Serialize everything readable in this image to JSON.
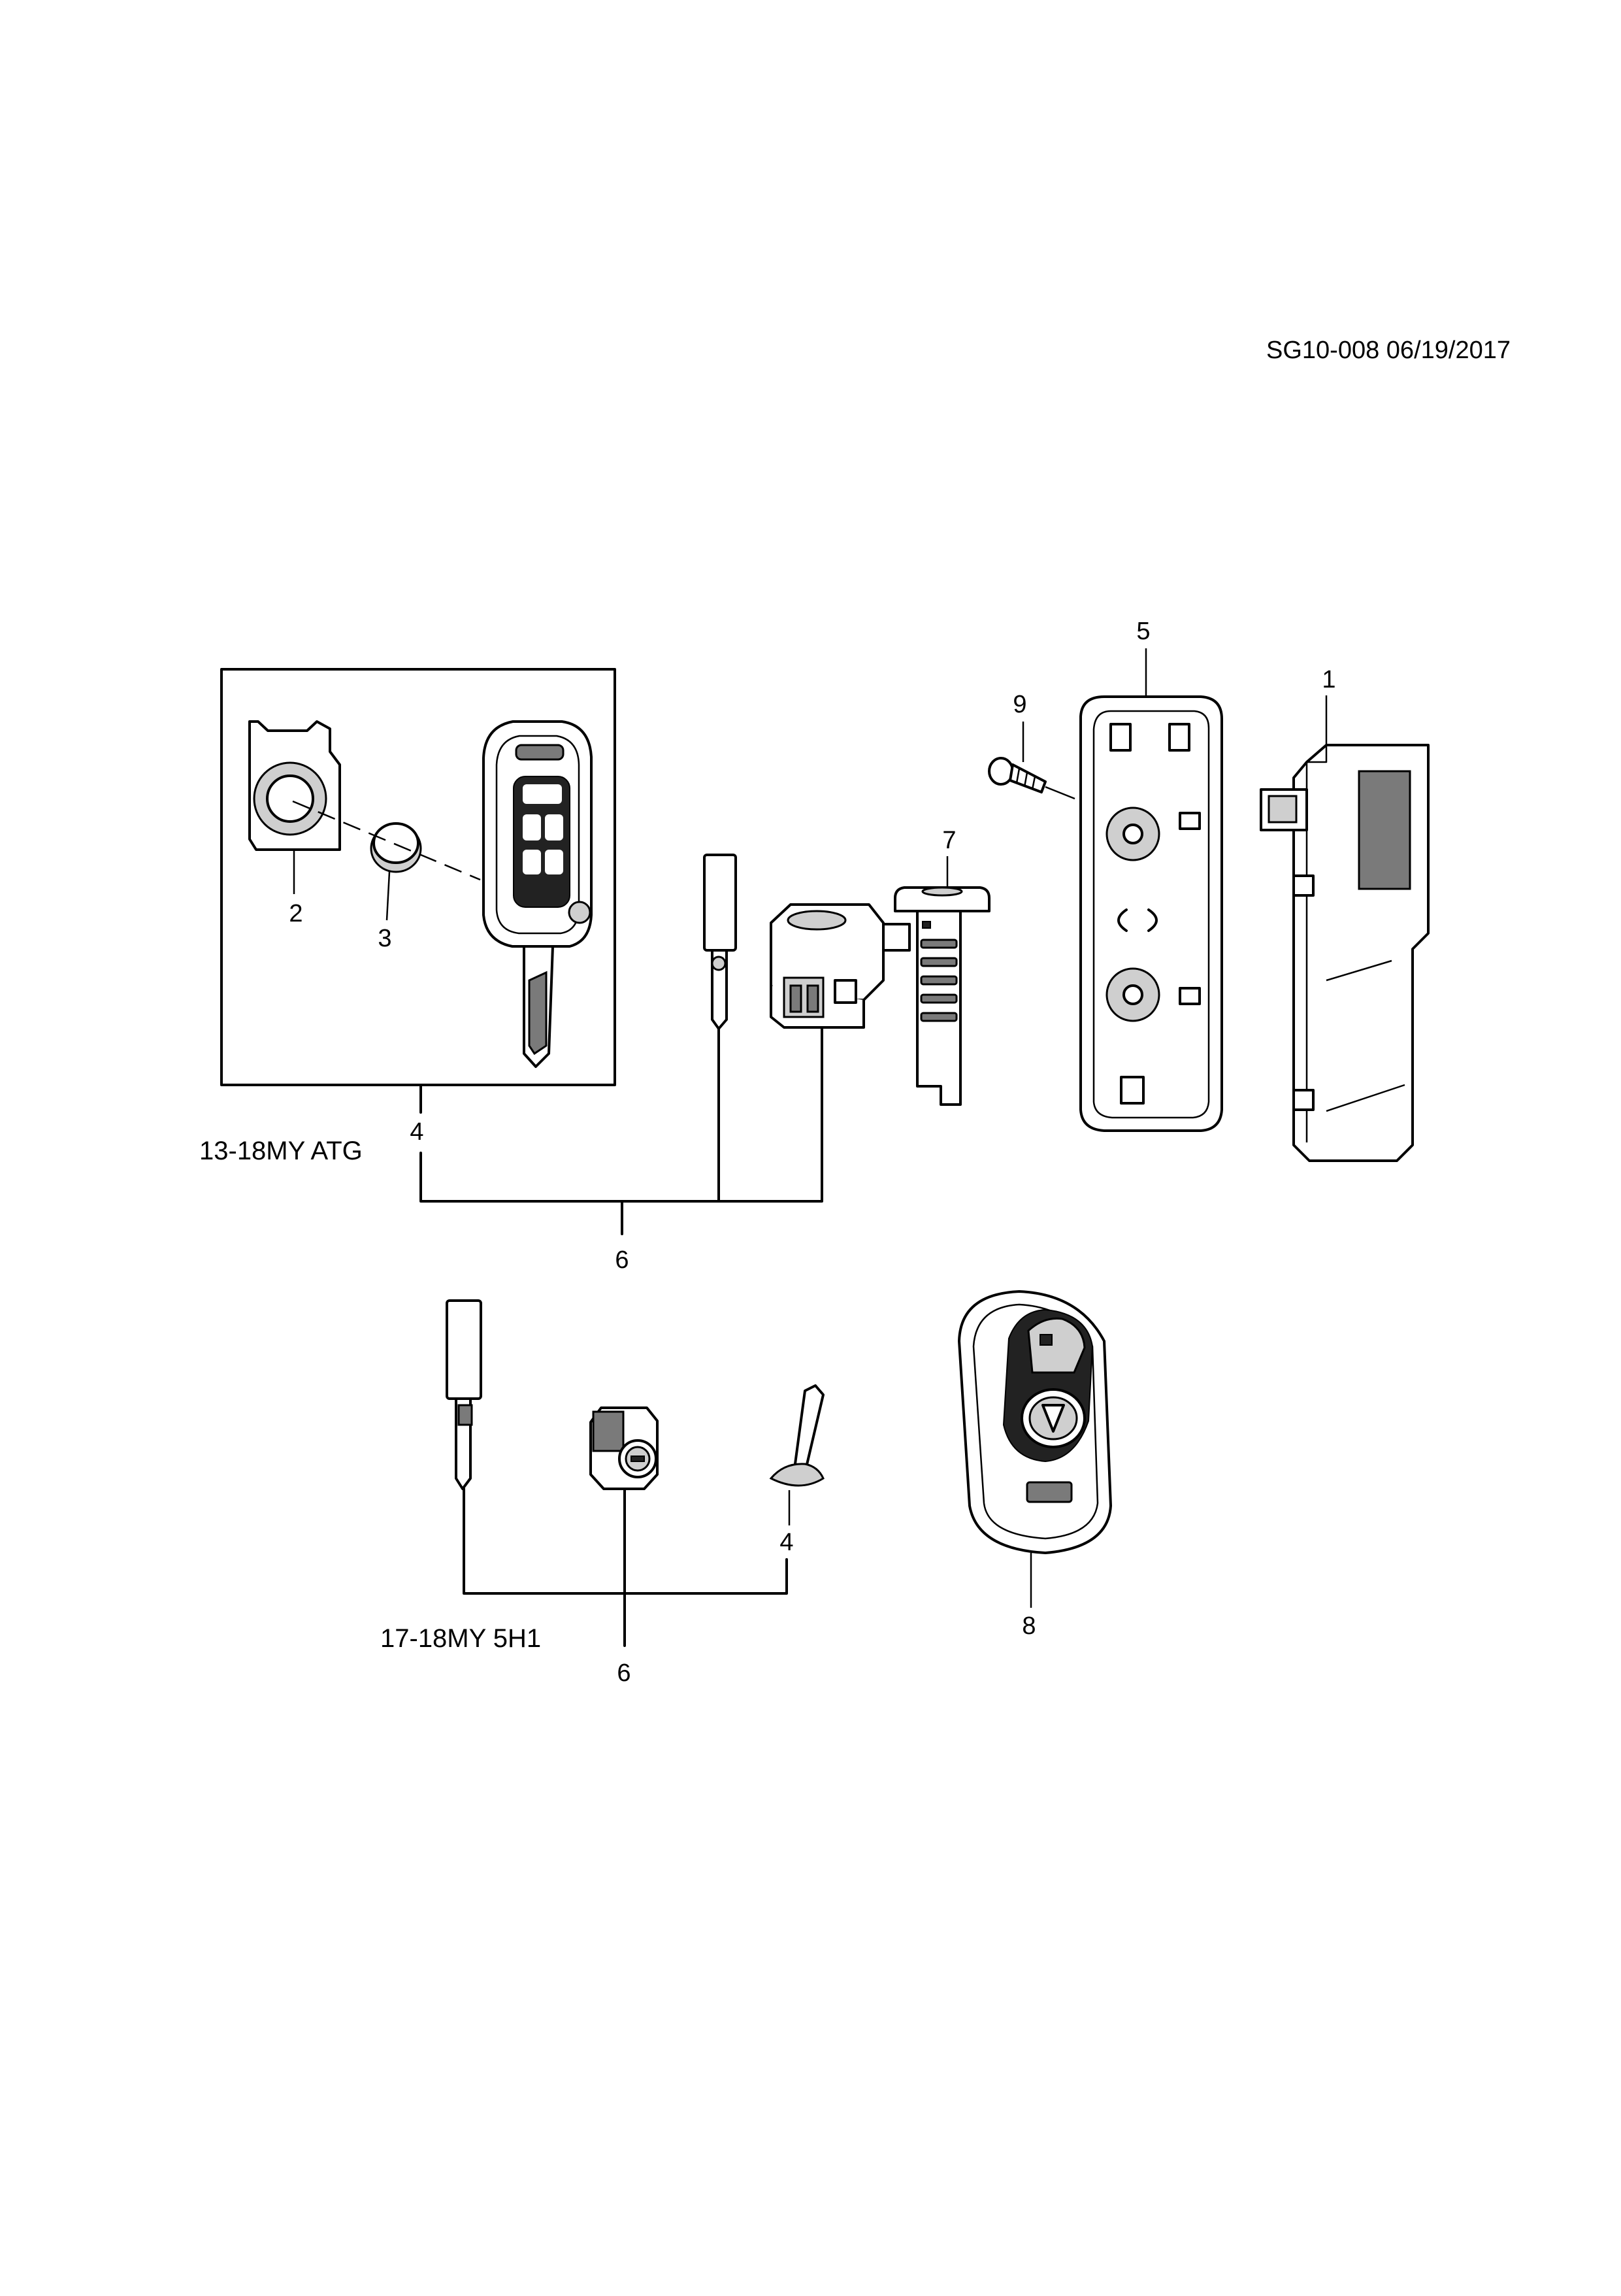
{
  "doc": {
    "ref_code": "SG10-008 06/19/2017"
  },
  "groups": {
    "upper": "13-18MY ATG",
    "lower": "17-18MY 5H1"
  },
  "callouts": {
    "c1": "1",
    "c2": "2",
    "c3": "3",
    "c4_upper": "4",
    "c5": "5",
    "c6_upper": "6",
    "c7": "7",
    "c9": "9",
    "c4_lower": "4",
    "c6_lower": "6",
    "c8": "8"
  },
  "colors": {
    "line": "#000000",
    "shade": "#cfcfcf",
    "dark": "#7a7a7a"
  }
}
